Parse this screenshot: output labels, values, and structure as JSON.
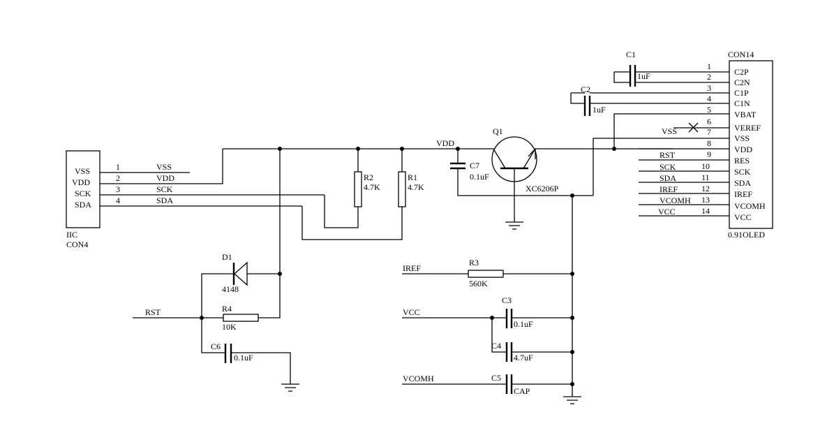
{
  "labels": {
    "c1": "C1",
    "c1_val": "1uF",
    "c2": "C2",
    "c2_val": "1uF",
    "con14": "CON14",
    "oled": "0.91OLED",
    "q1": "Q1",
    "q1_part": "XC6206P",
    "vdd_net": "VDD",
    "c7": "C7",
    "c7_val": "0.1uF",
    "r2": "R2",
    "r2_val": "4.7K",
    "r1": "R1",
    "r1_val": "4.7K",
    "iic": "IIC",
    "con4": "CON4",
    "d1": "D1",
    "d1_val": "4148",
    "rst_net": "RST",
    "r4": "R4",
    "r4_val": "10K",
    "c6": "C6",
    "c6_val": "0.1uF",
    "iref_net": "IREF",
    "r3": "R3",
    "r3_val": "560K",
    "vcc_net": "VCC",
    "c3": "C3",
    "c3_val": "0.1uF",
    "c4": "C4",
    "c4_val": "4.7uF",
    "vcomh_net": "VCOMH",
    "c5": "C5",
    "c5_val": "CAP",
    "vss_nc": "VSS"
  },
  "con14_pins": [
    {
      "num": "1",
      "name": "C2P",
      "net": ""
    },
    {
      "num": "2",
      "name": "C2N",
      "net": ""
    },
    {
      "num": "3",
      "name": "C1P",
      "net": ""
    },
    {
      "num": "4",
      "name": "C1N",
      "net": ""
    },
    {
      "num": "5",
      "name": "VBAT",
      "net": ""
    },
    {
      "num": "6",
      "name": "VEREF",
      "net": ""
    },
    {
      "num": "7",
      "name": "",
      "net": ""
    },
    {
      "num": "8",
      "name": "VSS",
      "net": ""
    },
    {
      "num": "9",
      "name": "VDD",
      "net": "RST"
    },
    {
      "num": "10",
      "name": "RES",
      "net": "SCK"
    },
    {
      "num": "11",
      "name": "SCK",
      "net": "SDA"
    },
    {
      "num": "12",
      "name": "SDA",
      "net": "IREF"
    },
    {
      "num": "13",
      "name": "IREF",
      "net": "VCOMH"
    },
    {
      "num": "14",
      "name": "VCOMH",
      "net": "VCC"
    },
    {
      "num": "",
      "name": "VCC",
      "net": ""
    }
  ],
  "con4_pins": [
    {
      "num": "1",
      "name": "VSS",
      "net": "VSS"
    },
    {
      "num": "2",
      "name": "VDD",
      "net": "VDD"
    },
    {
      "num": "3",
      "name": "SCK",
      "net": "SCK"
    },
    {
      "num": "4",
      "name": "SDA",
      "net": "SDA"
    }
  ]
}
